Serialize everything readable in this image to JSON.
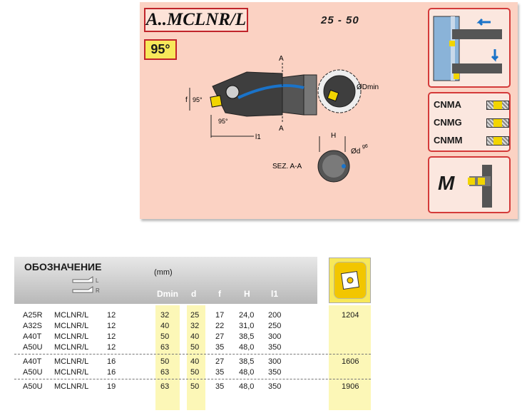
{
  "header": {
    "code": "A..MCLNR/L",
    "range": "25 -  50",
    "angle": "95°"
  },
  "drawing": {
    "angle_label": "95°",
    "angle_label_2": "95°",
    "dim_f": "f",
    "dim_l1": "l1",
    "dim_dmin": "ØDmin",
    "dim_h": "H",
    "dim_d": "Ød",
    "tolerance": "g6",
    "section_mark": "A",
    "section_label": "SEZ. A-A"
  },
  "grades": [
    "CNMA",
    "CNMG",
    "CNMM"
  ],
  "machining_letter": "M",
  "table": {
    "title": "ОБОЗНАЧЕНИЕ",
    "unit": "(mm)",
    "hand_r": "R",
    "hand_l": "L",
    "columns": [
      "Dmin",
      "d",
      "f",
      "H",
      "l1"
    ],
    "rows": [
      {
        "code": "A25R",
        "name": "MCLNR/L",
        "size": "12",
        "dmin": "32",
        "d": "25",
        "f": "17",
        "h": "24,0",
        "l1": "200",
        "insert": "1204"
      },
      {
        "code": "A32S",
        "name": "MCLNR/L",
        "size": "12",
        "dmin": "40",
        "d": "32",
        "f": "22",
        "h": "31,0",
        "l1": "250",
        "insert": ""
      },
      {
        "code": "A40T",
        "name": "MCLNR/L",
        "size": "12",
        "dmin": "50",
        "d": "40",
        "f": "27",
        "h": "38,5",
        "l1": "300",
        "insert": ""
      },
      {
        "code": "A50U",
        "name": "MCLNR/L",
        "size": "12",
        "dmin": "63",
        "d": "50",
        "f": "35",
        "h": "48,0",
        "l1": "350",
        "insert": ""
      },
      {
        "code": "A40T",
        "name": "MCLNR/L",
        "size": "16",
        "dmin": "50",
        "d": "40",
        "f": "27",
        "h": "38,5",
        "l1": "300",
        "insert": "1606"
      },
      {
        "code": "A50U",
        "name": "MCLNR/L",
        "size": "16",
        "dmin": "63",
        "d": "50",
        "f": "35",
        "h": "48,0",
        "l1": "350",
        "insert": ""
      },
      {
        "code": "A50U",
        "name": "MCLNR/L",
        "size": "19",
        "dmin": "63",
        "d": "50",
        "f": "35",
        "h": "48,0",
        "l1": "350",
        "insert": "1906"
      }
    ]
  },
  "colors": {
    "panel": "#fbd2c3",
    "accent_red": "#c0242a",
    "insert_yellow": "#f2d500",
    "blue": "#1a73c9"
  },
  "icons": [
    "arrow-left-icon",
    "arrow-down-icon",
    "insert-square-icon",
    "tool-holder-icon"
  ]
}
